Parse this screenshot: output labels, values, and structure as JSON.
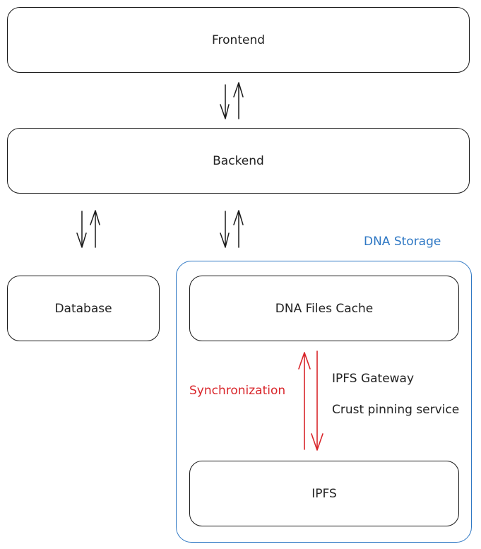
{
  "nodes": {
    "frontend": "Frontend",
    "backend": "Backend",
    "database": "Database",
    "cache": "DNA Files Cache",
    "ipfs": "IPFS"
  },
  "group": {
    "title": "DNA Storage",
    "color": "#2f78c4"
  },
  "edges": {
    "sync_label": "Synchronization",
    "sync_color": "#d9262b",
    "gateway_label": "IPFS Gateway",
    "pinning_label": "Crust pinning service"
  }
}
